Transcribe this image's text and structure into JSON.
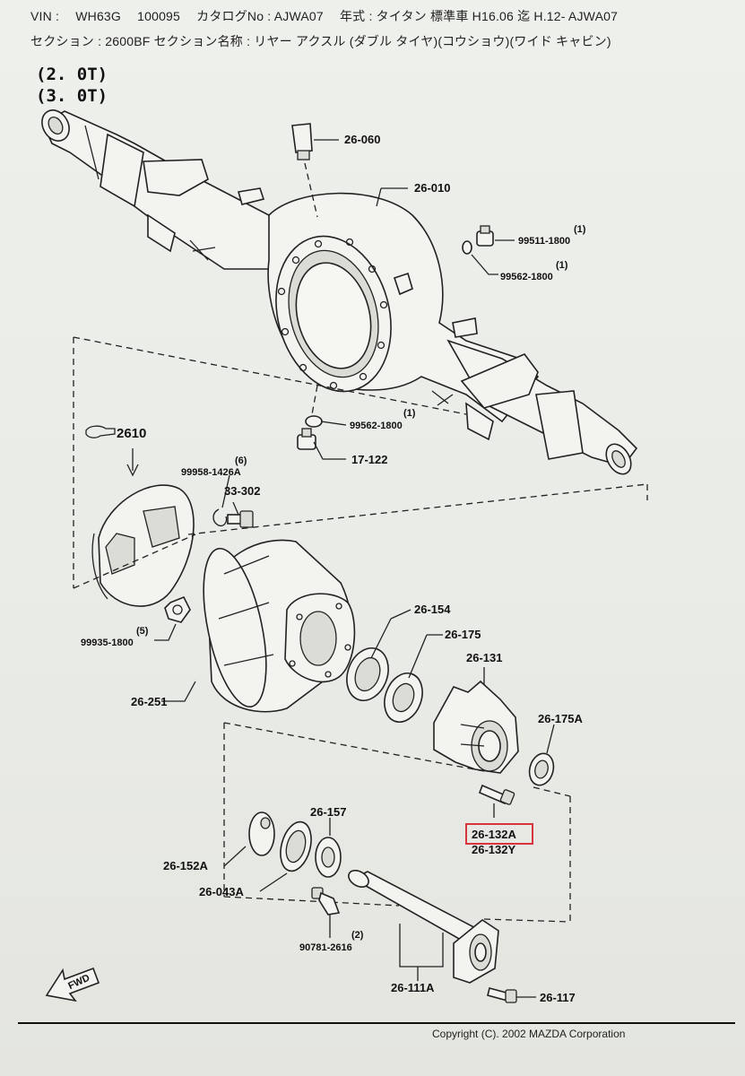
{
  "header": {
    "line1": [
      "VIN :",
      "WH63G",
      "100095",
      "カタログNo : AJWA07",
      "年式 : タイタン 標準車 H16.06 迄 H.12- AJWA07"
    ],
    "line2": "セクション : 2600BF  セクション名称 : リヤー アクスル (ダブル タイヤ)(コウショウ)(ワイド キャビン)"
  },
  "variants": [
    "(2. 0T)",
    "(3. 0T)"
  ],
  "parts": {
    "p26060": "26-060",
    "p26010": "26-010",
    "p99511": "99511-1800",
    "p99511_qty": "(1)",
    "p99562a": "99562-1800",
    "p99562a_qty": "(1)",
    "p99562b": "99562-1800",
    "p99562b_qty": "(1)",
    "p17122": "17-122",
    "p2610": "2610",
    "p99958": "99958-1426A",
    "p99958_qty": "(6)",
    "p33302": "33-302",
    "p99935": "99935-1800",
    "p99935_qty": "(5)",
    "p26154": "26-154",
    "p26175": "26-175",
    "p26131": "26-131",
    "p26251": "26-251",
    "p26175A": "26-175A",
    "p26132A": "26-132A",
    "p26132Y": "26-132Y",
    "p26157": "26-157",
    "p26152A": "26-152A",
    "p26043A": "26-043A",
    "p90781": "90781-2616",
    "p90781_qty": "(2)",
    "p26111A": "26-111A",
    "p26117": "26-117"
  },
  "fwd": "FWD",
  "highlight_color": "#d9343b",
  "copyright": "Copyright (C). 2002 MAZDA Corporation"
}
